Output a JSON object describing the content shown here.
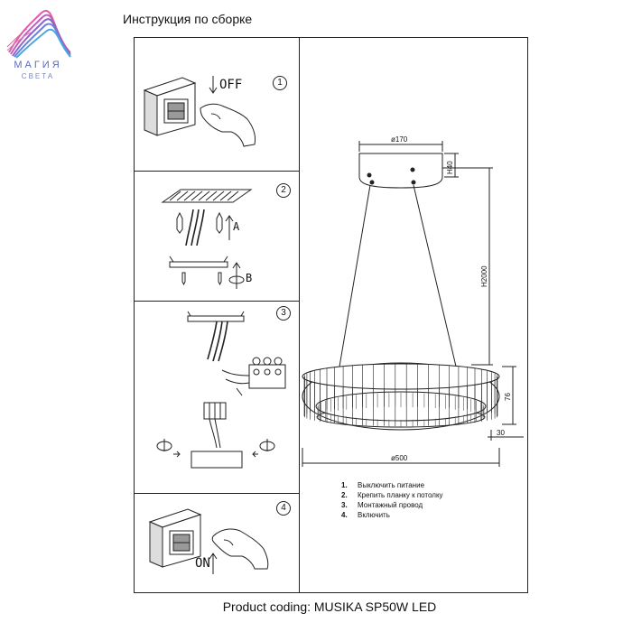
{
  "brand": {
    "name": "МАГИЯ",
    "tagline": "СВЕТА",
    "colors": [
      "#e05da5",
      "#8b66c9",
      "#4fa6df"
    ]
  },
  "title": "Инструкция по сборке",
  "steps": [
    {
      "number": "1",
      "label": "OFF"
    },
    {
      "number": "2",
      "label_a": "A",
      "label_b": "B"
    },
    {
      "number": "3"
    },
    {
      "number": "4",
      "label": "ON"
    }
  ],
  "dimensions": {
    "canopy_diameter": "ø170",
    "canopy_height": "H40",
    "cable_height": "H2000",
    "ring_height": "76",
    "ring_depth": "30",
    "ring_diameter": "ø500"
  },
  "instructions": [
    {
      "n": "1.",
      "text": "Выключить питание"
    },
    {
      "n": "2.",
      "text": "Крепить планку к потолку"
    },
    {
      "n": "3.",
      "text": "Монтажный провод"
    },
    {
      "n": "4.",
      "text": "Включить"
    }
  ],
  "footer": "Product coding: MUSIKA SP50W LED"
}
